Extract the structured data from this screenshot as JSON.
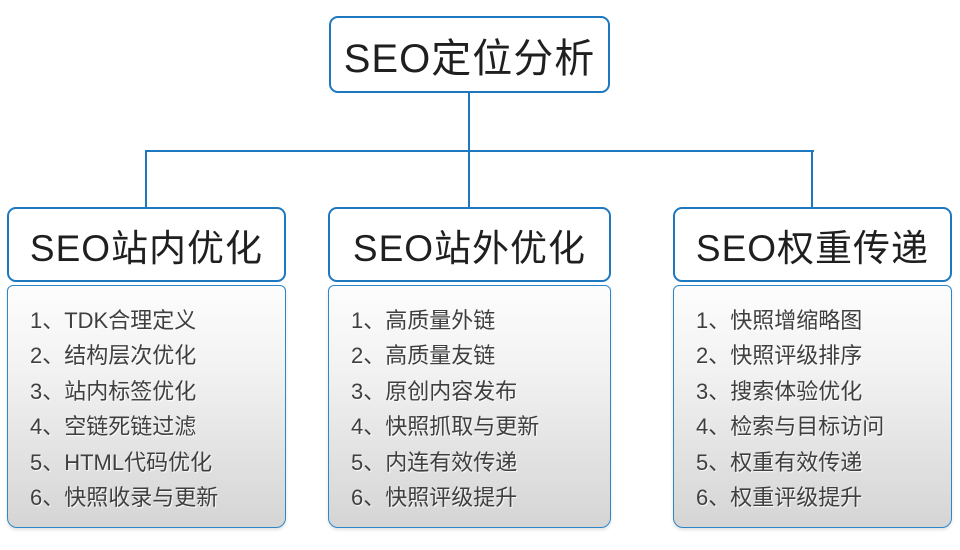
{
  "diagram": {
    "root": {
      "label": "SEO定位分析"
    },
    "branches": [
      {
        "header": "SEO站内优化",
        "items": [
          "1、TDK合理定义",
          "2、结构层次优化",
          "3、站内标签优化",
          "4、空链死链过滤",
          "5、HTML代码优化",
          "6、快照收录与更新"
        ]
      },
      {
        "header": "SEO站外优化",
        "items": [
          "1、高质量外链",
          "2、高质量友链",
          "3、原创内容发布",
          "4、快照抓取与更新",
          "5、内连有效传递",
          "6、快照评级提升"
        ]
      },
      {
        "header": "SEO权重传递",
        "items": [
          "1、快照增缩略图",
          "2、快照评级排序",
          "3、搜索体验优化",
          "4、检索与目标访问",
          "5、权重有效传递",
          "6、权重评级提升"
        ]
      }
    ],
    "colors": {
      "connector_blue": "#1e78c0",
      "header_text": "#1f1f1f",
      "item_text": "#3f3f3f",
      "panel_gradient_top": "#fdfdfd",
      "panel_gradient_bottom": "#d5d5d5",
      "box_background": "#ffffff"
    }
  }
}
